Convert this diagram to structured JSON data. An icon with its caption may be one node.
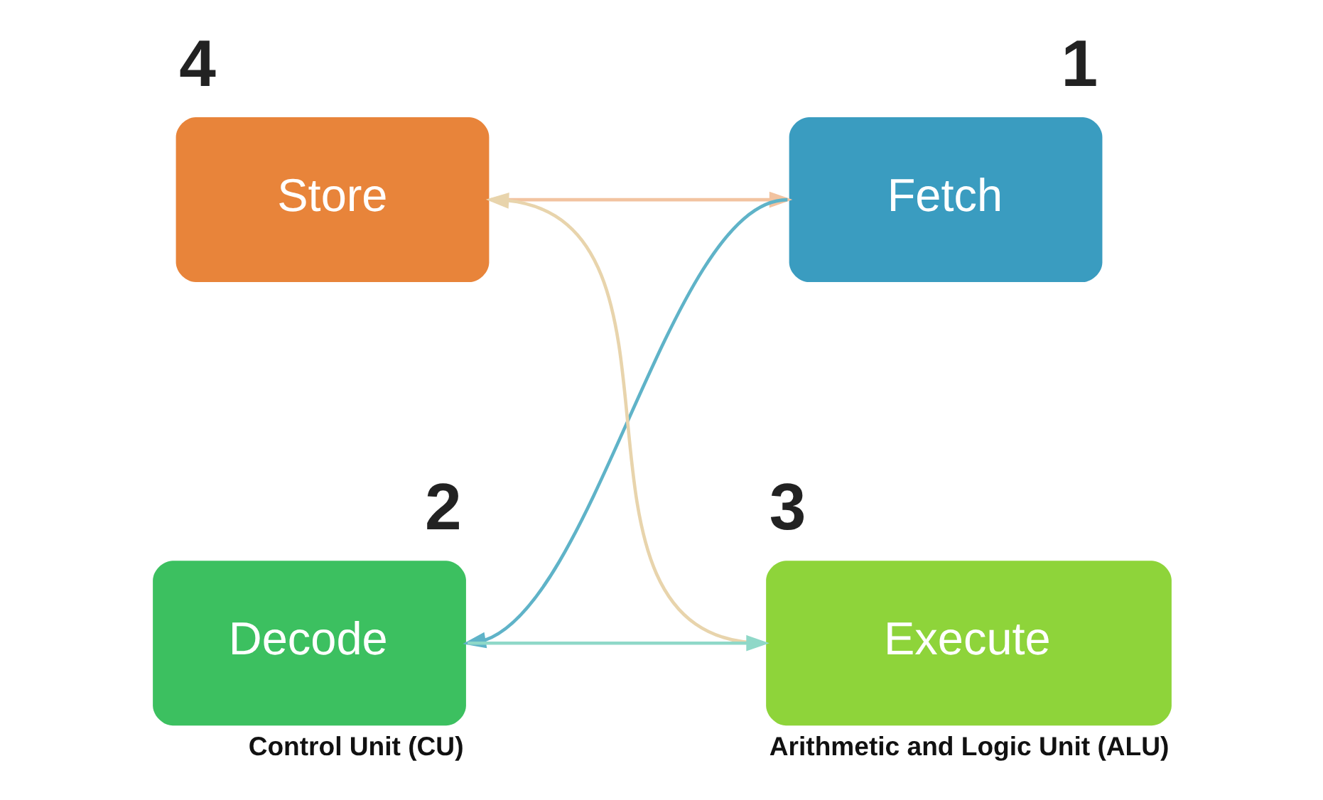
{
  "diagram": {
    "nodes": [
      {
        "text": [
          "Store"
        ],
        "beside": [
          "4"
        ]
      },
      {
        "text": [
          "Fetch"
        ],
        "beside": [
          "1"
        ]
      },
      {
        "text": [
          "Decode"
        ],
        "beside": [
          "2",
          "Control Unit (CU)"
        ]
      },
      {
        "text": [
          "Execute"
        ],
        "beside": [
          "3",
          "Arithmetic and Logic Unit (ALU)"
        ]
      }
    ],
    "edges": [
      {
        "from": 0,
        "to": 1,
        "arrow": "to",
        "color": "#f2c3a0"
      },
      {
        "from": 1,
        "to": 2,
        "arrow": "to",
        "color": "#5fb3c8"
      },
      {
        "from": 2,
        "to": 3,
        "arrow": "to",
        "color": "#8fd8c8"
      },
      {
        "from": 3,
        "to": 0,
        "arrow": "to",
        "color": "#e8d4ac"
      }
    ]
  }
}
